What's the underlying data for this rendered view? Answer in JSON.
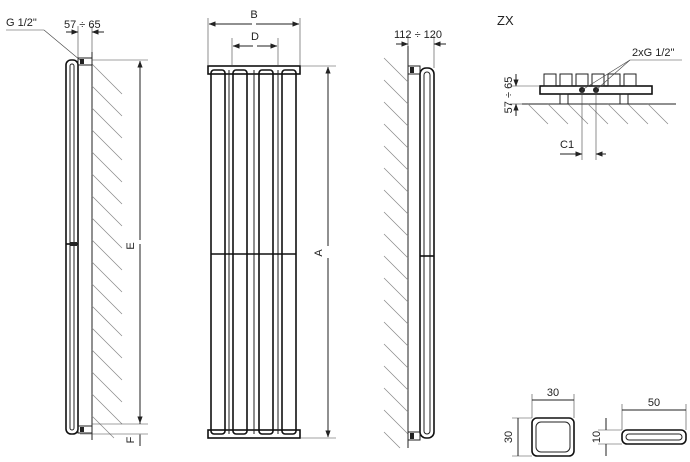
{
  "labels": {
    "g_connection": "G 1/2\"",
    "wall_distance_side": "57 ÷ 65",
    "dim_e": "E",
    "dim_f": "F",
    "dim_b": "B",
    "dim_d": "D",
    "dim_a": "A",
    "wall_distance_total": "112 ÷ 120",
    "variant": "ZX",
    "connection_zx": "2xG 1/2\"",
    "wall_distance_zx": "57 ÷ 65",
    "dim_c1": "C1",
    "profile_square_w": "30",
    "profile_square_h": "30",
    "profile_flat_w": "50",
    "profile_flat_h": "10"
  }
}
